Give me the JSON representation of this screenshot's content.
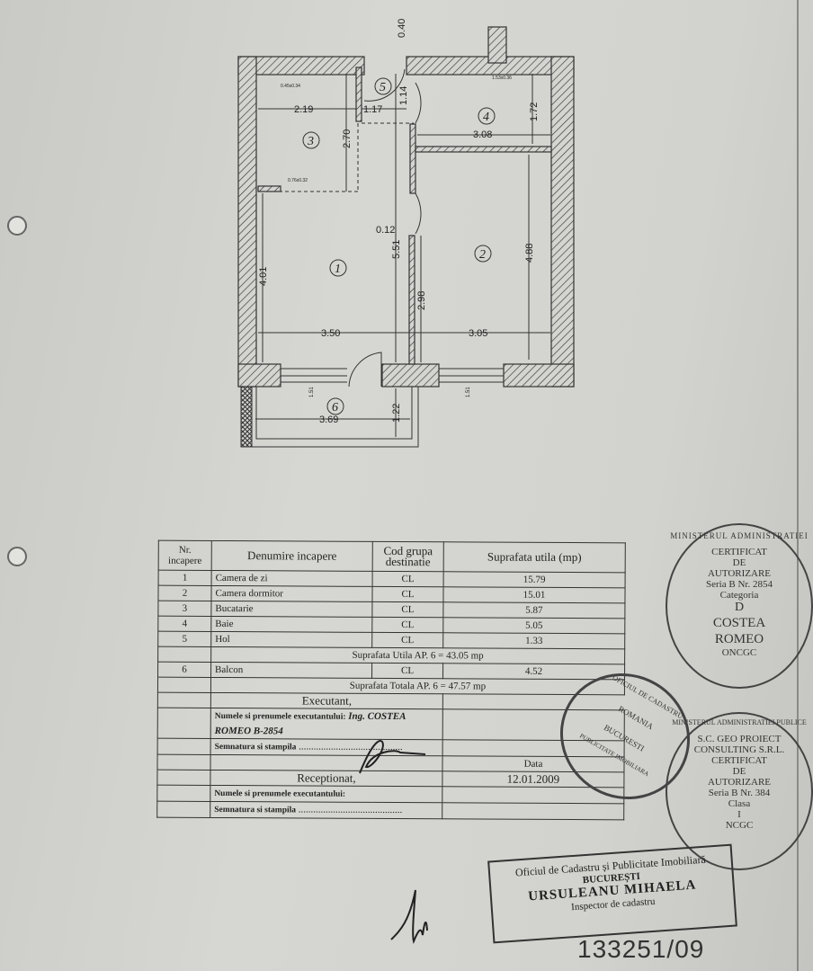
{
  "plan": {
    "rooms": [
      "1",
      "2",
      "3",
      "4",
      "5",
      "6"
    ],
    "dimensions": {
      "top_entry": "0.40",
      "kitchen_width": "2.19",
      "hall_width": "1.17",
      "hall_depth": "1.14",
      "kitchen_depth": "2.70",
      "bath_width": "3.08",
      "bath_depth": "1.72",
      "door_gap": "0.12",
      "living_depth_total": "5.51",
      "living_depth": "4.01",
      "partition_length": "2.98",
      "bedroom_depth": "4.88",
      "living_width": "3.50",
      "bedroom_width": "3.05",
      "balcony_width": "3.69",
      "balcony_depth": "1.22",
      "window_left": "1.51",
      "window_right": "1.51",
      "niche_kitchen_top": "0.45x0.34",
      "niche_bath_top": "1.53x0.36",
      "niche_kitchen_bottom": "0.76x0.32"
    }
  },
  "table": {
    "headers": [
      "Nr. incapere",
      "Denumire incapere",
      "Cod grupa destinatie",
      "Suprafata utila (mp)"
    ],
    "rows": [
      {
        "nr": "1",
        "name": "Camera de zi",
        "code": "CL",
        "area": "15.79"
      },
      {
        "nr": "2",
        "name": "Camera dormitor",
        "code": "CL",
        "area": "15.01"
      },
      {
        "nr": "3",
        "name": "Bucatarie",
        "code": "CL",
        "area": "5.87"
      },
      {
        "nr": "4",
        "name": "Baie",
        "code": "CL",
        "area": "5.05"
      },
      {
        "nr": "5",
        "name": "Hol",
        "code": "CL",
        "area": "1.33"
      }
    ],
    "useful_total": "Suprafata Utila  AP. 6 = 43.05 mp",
    "balcony": {
      "nr": "6",
      "name": "Balcon",
      "code": "CL",
      "area": "4.52"
    },
    "grand_total": "Suprafata Totala  AP. 6 = 47.57 mp",
    "executant_title": "Executant,",
    "executant_name_label": "Numele si prenumele executantului:",
    "executant_name": "Ing. COSTEA ROMEO B-2854",
    "signature_label": "Semnatura si stampila",
    "signature_dots": "..........................................",
    "date_label": "Data",
    "date_value": "12.01.2009",
    "receptionat_title": "Receptionat,",
    "receptionat_name_label": "Numele si prenumele executantului:",
    "receptionat_signature_label": "Semnatura si stampila",
    "receptionat_dots": ".........................................."
  },
  "stamps": {
    "costea": {
      "ring": "MINISTERUL ADMINISTRATIEI",
      "lines": [
        "CERTIFICAT",
        "DE",
        "AUTORIZARE",
        "Seria B Nr. 2854",
        "Categoria",
        "D",
        "COSTEA",
        "ROMEO",
        "ONCGC"
      ]
    },
    "geo": {
      "ring": "MINISTERUL ADMINISTRATIEI PUBLICE",
      "lines": [
        "S.C. GEO PROIECT",
        "CONSULTING S.R.L.",
        "CERTIFICAT",
        "DE",
        "AUTORIZARE",
        "Seria B Nr. 384",
        "Clasa",
        "I",
        "NCGC"
      ]
    },
    "ocpi_round": {
      "lines": [
        "OFICIUL DE CADASTRU",
        "ROMANIA",
        "BUCURESTI",
        "PUBLICITATE IMOBILIARA"
      ]
    },
    "ocpi_rect": {
      "line1": "Oficiul de Cadastru și Publicitate Imobiliară",
      "line2": "BUCUREȘTI",
      "line3": "URSULEANU MIHAELA",
      "line4": "Inspector de cadastru"
    }
  },
  "registration_number": "133251/09"
}
